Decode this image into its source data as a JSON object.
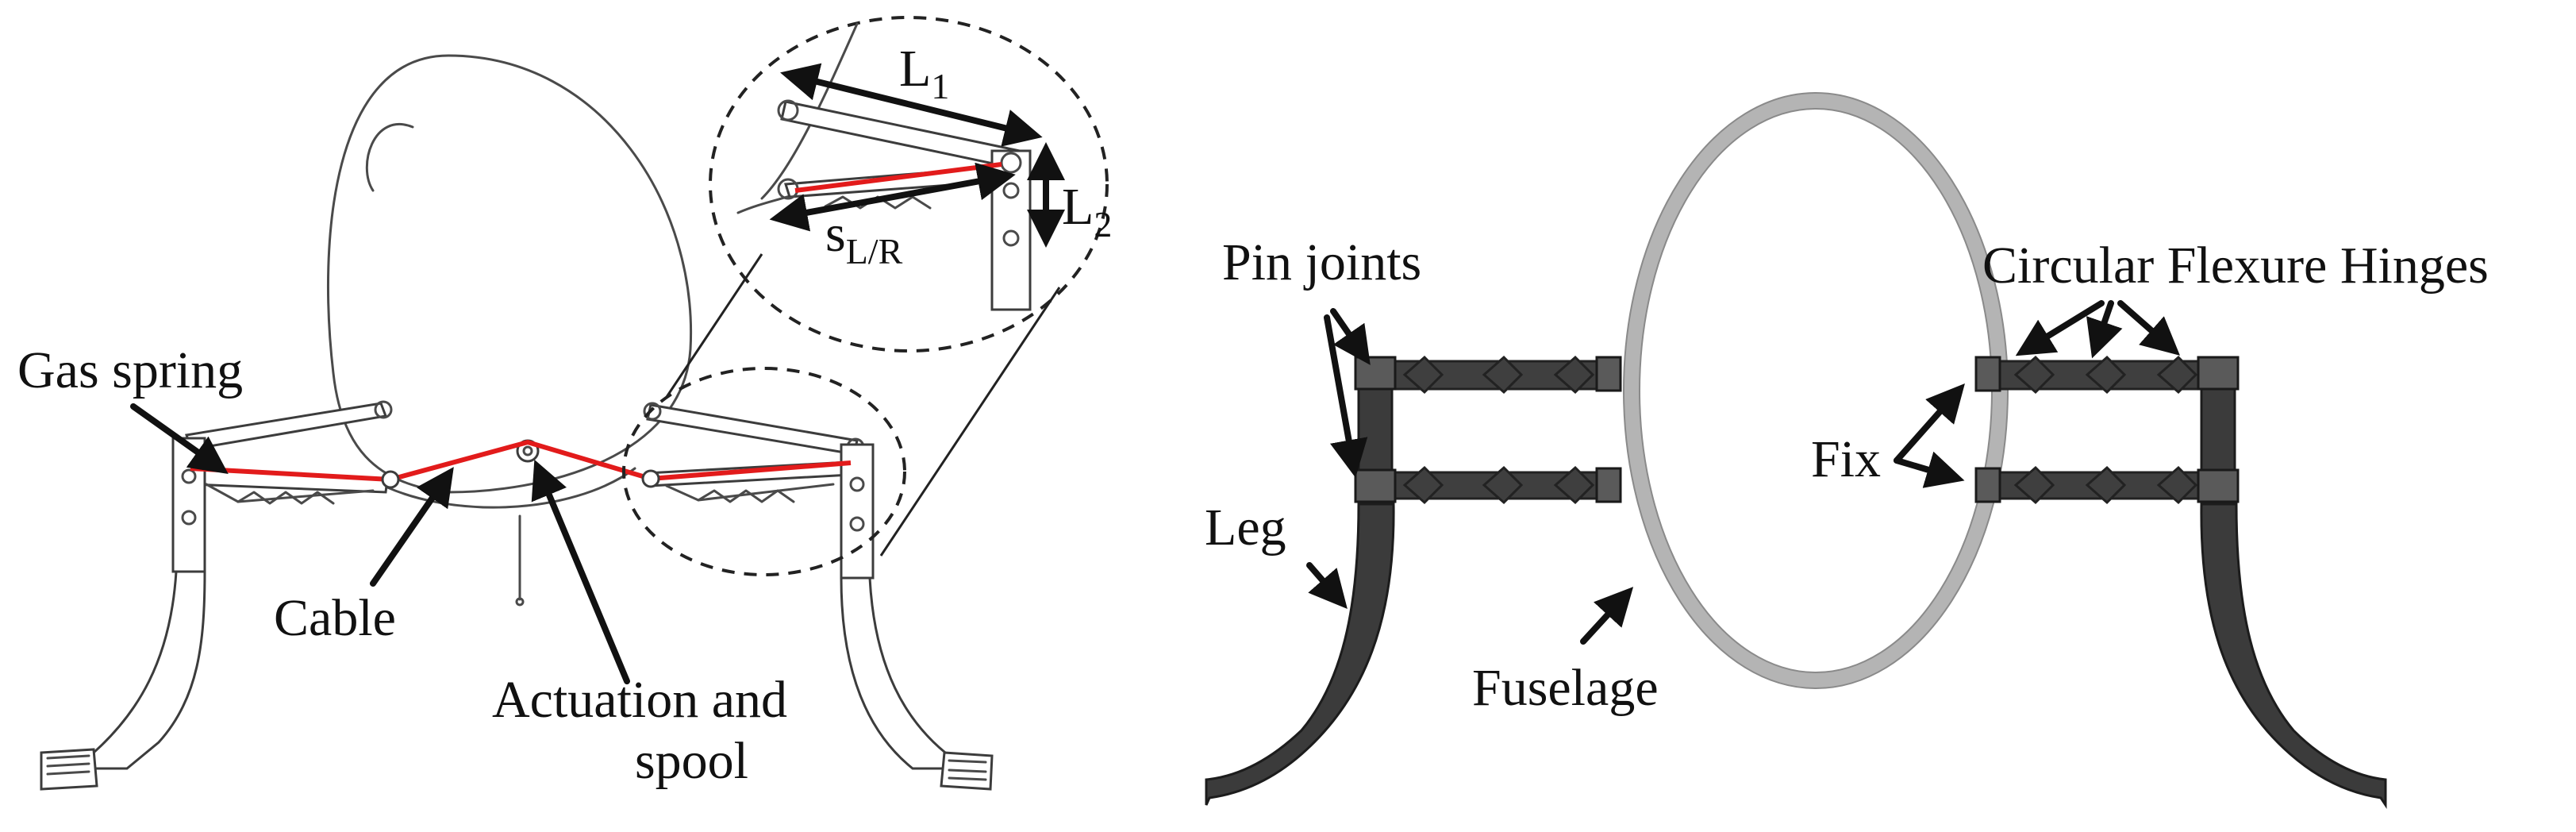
{
  "figure": {
    "left_panel": {
      "labels": {
        "gas_spring": "Gas spring",
        "cable": "Cable",
        "actuation_line1": "Actuation and",
        "actuation_line2": "spool",
        "l1_main": "L",
        "l1_sub": "1",
        "l2_main": "L",
        "l2_sub": "2",
        "s_main": "s",
        "s_sub": "L/R"
      },
      "colors": {
        "cable": "#e21b1b",
        "line_art": "#4a4a4a"
      }
    },
    "right_panel": {
      "labels": {
        "pin_joints": "Pin joints",
        "circular_flexure_hinges": "Circular Flexure Hinges",
        "fix": "Fix",
        "leg": "Leg",
        "fuselage": "Fuselage"
      },
      "colors": {
        "fuselage": "#b4b4b4",
        "legs": "#3b3b3b"
      }
    }
  }
}
